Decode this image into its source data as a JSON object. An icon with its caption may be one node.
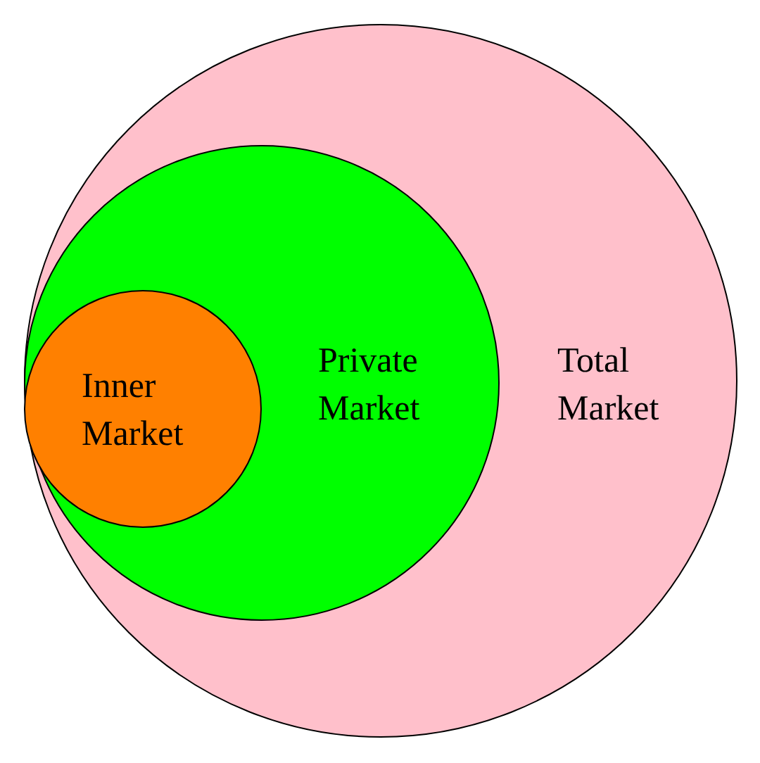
{
  "diagram": {
    "nodes": [
      {
        "text": [
          "Total Market"
        ]
      },
      {
        "text": [
          "Private Market"
        ],
        "in": 0
      },
      {
        "text": [
          "Inner Market"
        ],
        "in": 1
      }
    ]
  }
}
